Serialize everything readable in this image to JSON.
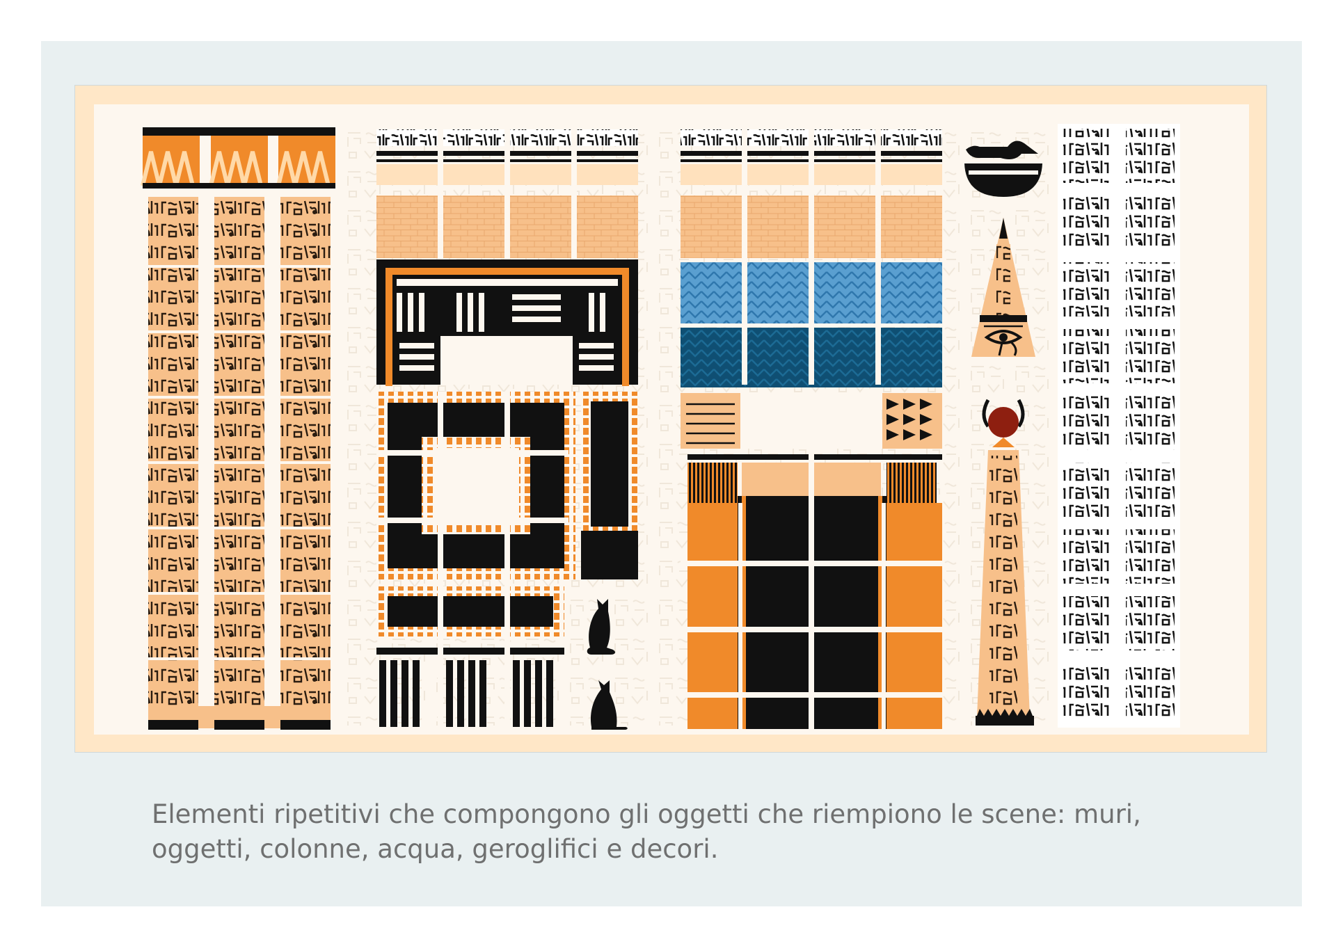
{
  "caption": "Elementi ripetitivi che compongono gli oggetti che riempiono le scene: muri, oggetti, colonne, acqua, geroglifici e decori.",
  "colors": {
    "panel": "#e9f0f1",
    "frame": "#ffe7c7",
    "sheet": "#fdf7ef",
    "sand": "#f7c08a",
    "orange": "#f08a2a",
    "black": "#111111",
    "light_blue": "#5a9fd0",
    "dark_blue": "#0f4f73",
    "red_disc": "#8e1f10"
  },
  "illustration": {
    "elements": [
      "hieroglyph-columns",
      "walls",
      "frames",
      "cats",
      "water",
      "column-capitals",
      "crocodile-emblem",
      "obelisk",
      "hathor-obelisk",
      "hieroglyph-panel"
    ]
  }
}
